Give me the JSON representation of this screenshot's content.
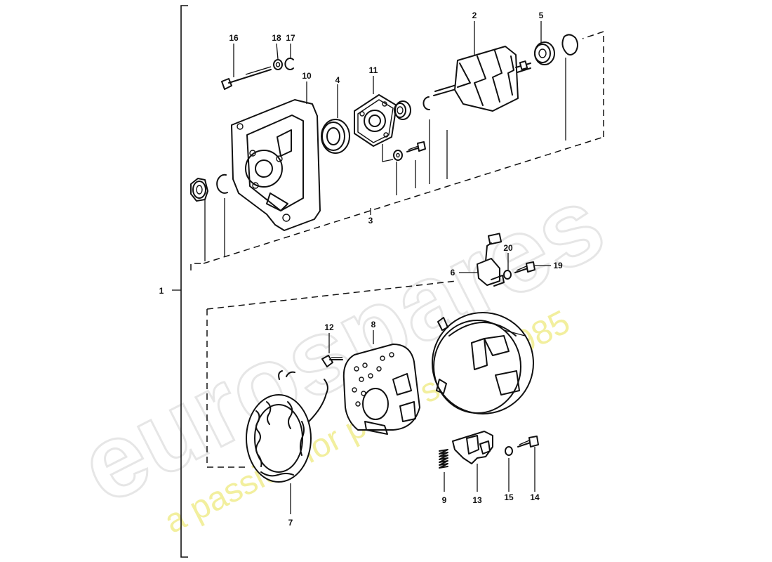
{
  "watermark": {
    "brand": "eurospares",
    "tagline": "a passion for parts since 1985"
  },
  "callouts": [
    {
      "id": "1",
      "label": "1"
    },
    {
      "id": "2",
      "label": "2"
    },
    {
      "id": "3",
      "label": "3"
    },
    {
      "id": "4",
      "label": "4"
    },
    {
      "id": "5",
      "label": "5"
    },
    {
      "id": "6",
      "label": "6"
    },
    {
      "id": "7",
      "label": "7"
    },
    {
      "id": "8",
      "label": "8"
    },
    {
      "id": "9",
      "label": "9"
    },
    {
      "id": "10",
      "label": "10"
    },
    {
      "id": "11",
      "label": "11"
    },
    {
      "id": "12",
      "label": "12"
    },
    {
      "id": "13",
      "label": "13"
    },
    {
      "id": "14",
      "label": "14"
    },
    {
      "id": "15",
      "label": "15"
    },
    {
      "id": "16",
      "label": "16"
    },
    {
      "id": "17",
      "label": "17"
    },
    {
      "id": "18",
      "label": "18"
    },
    {
      "id": "19",
      "label": "19"
    },
    {
      "id": "20",
      "label": "20"
    }
  ],
  "colors": {
    "line": "#111111",
    "watermark_outline": "#e6e6e6",
    "watermark_tagline": "#f2ef9e"
  }
}
